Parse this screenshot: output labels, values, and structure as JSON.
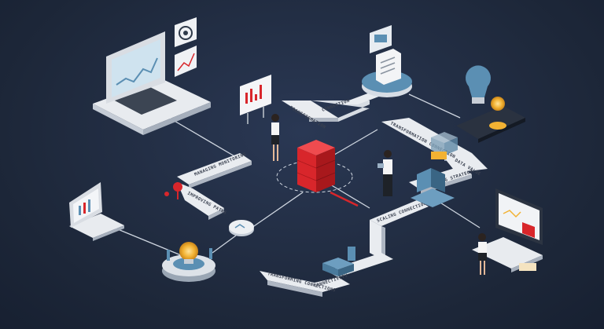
{
  "labels": {
    "transformation": "TRANSFORMATION",
    "connection": "CONNECTION",
    "managing_monitoring": "MANAGING MONITORING",
    "improving_paths": "IMPROVING PATHS",
    "transformation_connection": "TRANSFORMATION CONNECTION",
    "data_value": "DATA VALUE",
    "scaling_strategy": "SCALING STRATEGY",
    "scaling_connection": "SCALING CONNECTION",
    "transforming_connections": "TRANSFORMING CONNECTIONS",
    "connectivity": "CONNECTIVITY"
  },
  "colors": {
    "background": "#1f2b40",
    "path": "#e9ecf0",
    "path_side": "#aeb6c2",
    "cube": "#d8262b",
    "accent_blue": "#5b8fb3",
    "bulb": "#f2b233"
  },
  "icons": [
    "laptop-chart-icon",
    "gear-card-icon",
    "chart-card-icon",
    "billboard-chart-icon",
    "document-stack-icon",
    "lightbulb-icon",
    "red-cube-icon",
    "map-pin-icon",
    "monitor-chart-icon",
    "person-icon"
  ]
}
